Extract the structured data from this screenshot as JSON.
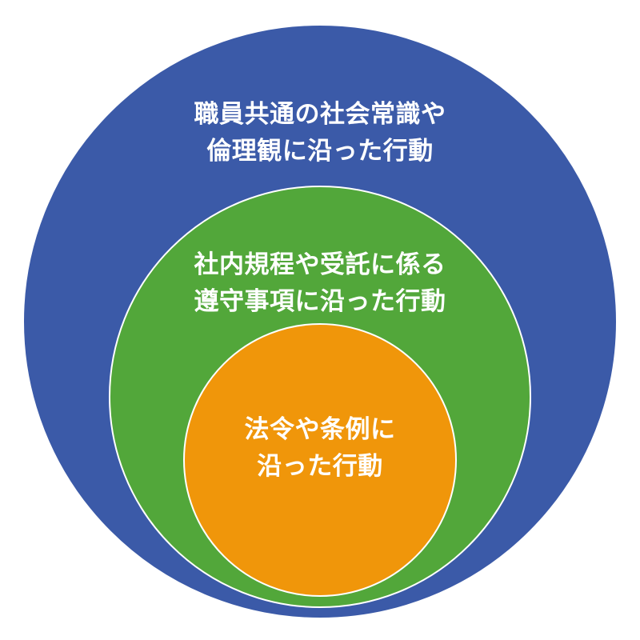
{
  "diagram": {
    "layers": [
      {
        "level": "outer",
        "color": "#3b5aa8",
        "lines": [
          "職員共通の社会常識や",
          "倫理観に沿った行動"
        ]
      },
      {
        "level": "middle",
        "color": "#52a73a",
        "lines": [
          "社内規程や受託に係る",
          "遵守事項に沿った行動"
        ]
      },
      {
        "level": "inner",
        "color": "#f0960a",
        "lines": [
          "法令や条例に",
          "沿った行動"
        ]
      }
    ]
  }
}
